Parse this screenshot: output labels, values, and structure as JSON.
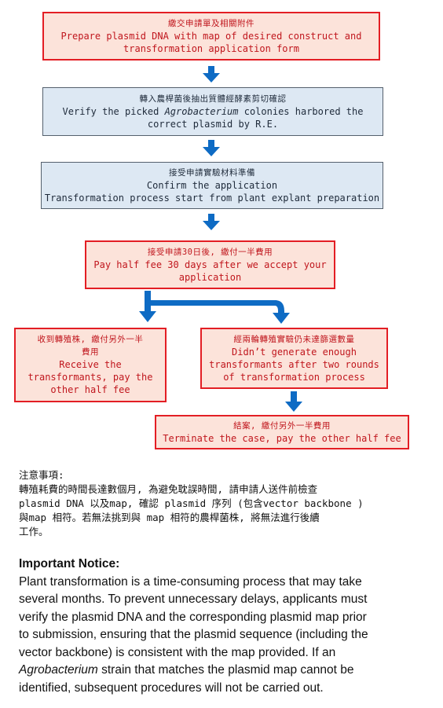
{
  "flow": {
    "step1": {
      "zh": "繳交申請單及相關附件",
      "en1": "Prepare plasmid DNA with map of desired construct and",
      "en2": "transformation application form"
    },
    "step2": {
      "zh": "轉入農桿菌後抽出質體經酵素剪切確認",
      "en1_a": "Verify the picked ",
      "en1_i": "Agrobacterium",
      "en1_b": " colonies harbored the",
      "en2": "correct plasmid by R.E."
    },
    "step3": {
      "zh": "接受申請實驗材料準備",
      "en1": "Confirm the application",
      "en2": "Transformation process start from plant explant preparation"
    },
    "step4": {
      "zh": "接受申請30日後, 繳付一半費用",
      "en1": "Pay half fee 30 days after we accept your",
      "en2": "application"
    },
    "step5a": {
      "zh1": "收到轉殖株, 繳付另外一半",
      "zh2": "費用",
      "en1": "Receive the",
      "en2": "transformants, pay the",
      "en3": "other half fee"
    },
    "step5b": {
      "zh": "經兩輪轉殖實驗仍未達篩選數量",
      "en1": "Didn’t generate enough",
      "en2": "transformants after two rounds",
      "en3": "of  transformation process"
    },
    "step6": {
      "zh": "結案, 繳付另外一半費用",
      "en1": "Terminate the case, pay the other half fee"
    }
  },
  "notes_zh": {
    "title": "注意事項:",
    "line1": "轉殖耗費的時間長達數個月, 為避免耽誤時間, 請申請人送件前檢查",
    "line2": "plasmid DNA 以及map, 確認 plasmid 序列 (包含vector backbone )",
    "line3": "與map 相符。若無法挑到與 map 相符的農桿菌株, 將無法進行後續",
    "line4": "工作。"
  },
  "notes_en": {
    "title": "Important Notice:",
    "line1": "Plant transformation is a time-consuming process that may take",
    "line2": "several months. To prevent unnecessary delays, applicants must",
    "line3": "verify the plasmid DNA and the corresponding plasmid map prior",
    "line4": "to submission, ensuring that the plasmid sequence (including the",
    "line5": "vector backbone) is consistent with the map provided. If an",
    "line6_i": "Agrobacterium",
    "line6_b": " strain that matches the plasmid map cannot be",
    "line7": "identified, subsequent procedures will not be carried out."
  },
  "colors": {
    "red_border": "#e31e24",
    "red_fill": "#fce3da",
    "blue_fill": "#dde8f3",
    "arrow": "#0e6bc4"
  }
}
